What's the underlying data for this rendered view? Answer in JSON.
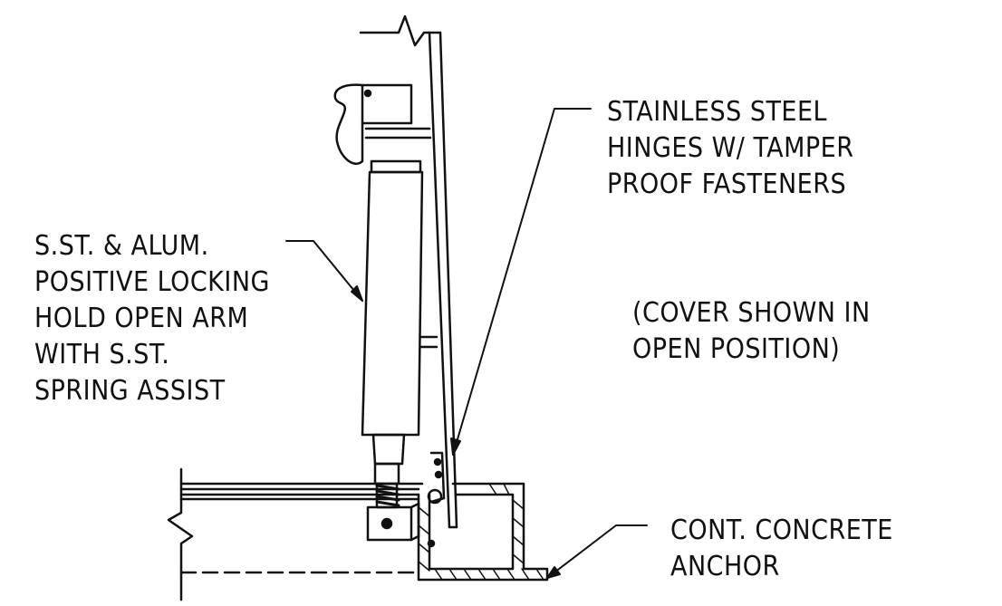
{
  "labels": {
    "hinges": [
      "STAINLESS STEEL",
      "HINGES W/ TAMPER",
      "PROOF FASTENERS"
    ],
    "arm": [
      "S.ST. & ALUM.",
      "POSITIVE LOCKING",
      "HOLD OPEN ARM",
      "WITH S.ST.",
      "SPRING ASSIST"
    ],
    "cover_note": [
      "(COVER SHOWN IN",
      "OPEN POSITION)"
    ],
    "anchor": [
      "CONT. CONCRETE",
      "ANCHOR"
    ]
  }
}
